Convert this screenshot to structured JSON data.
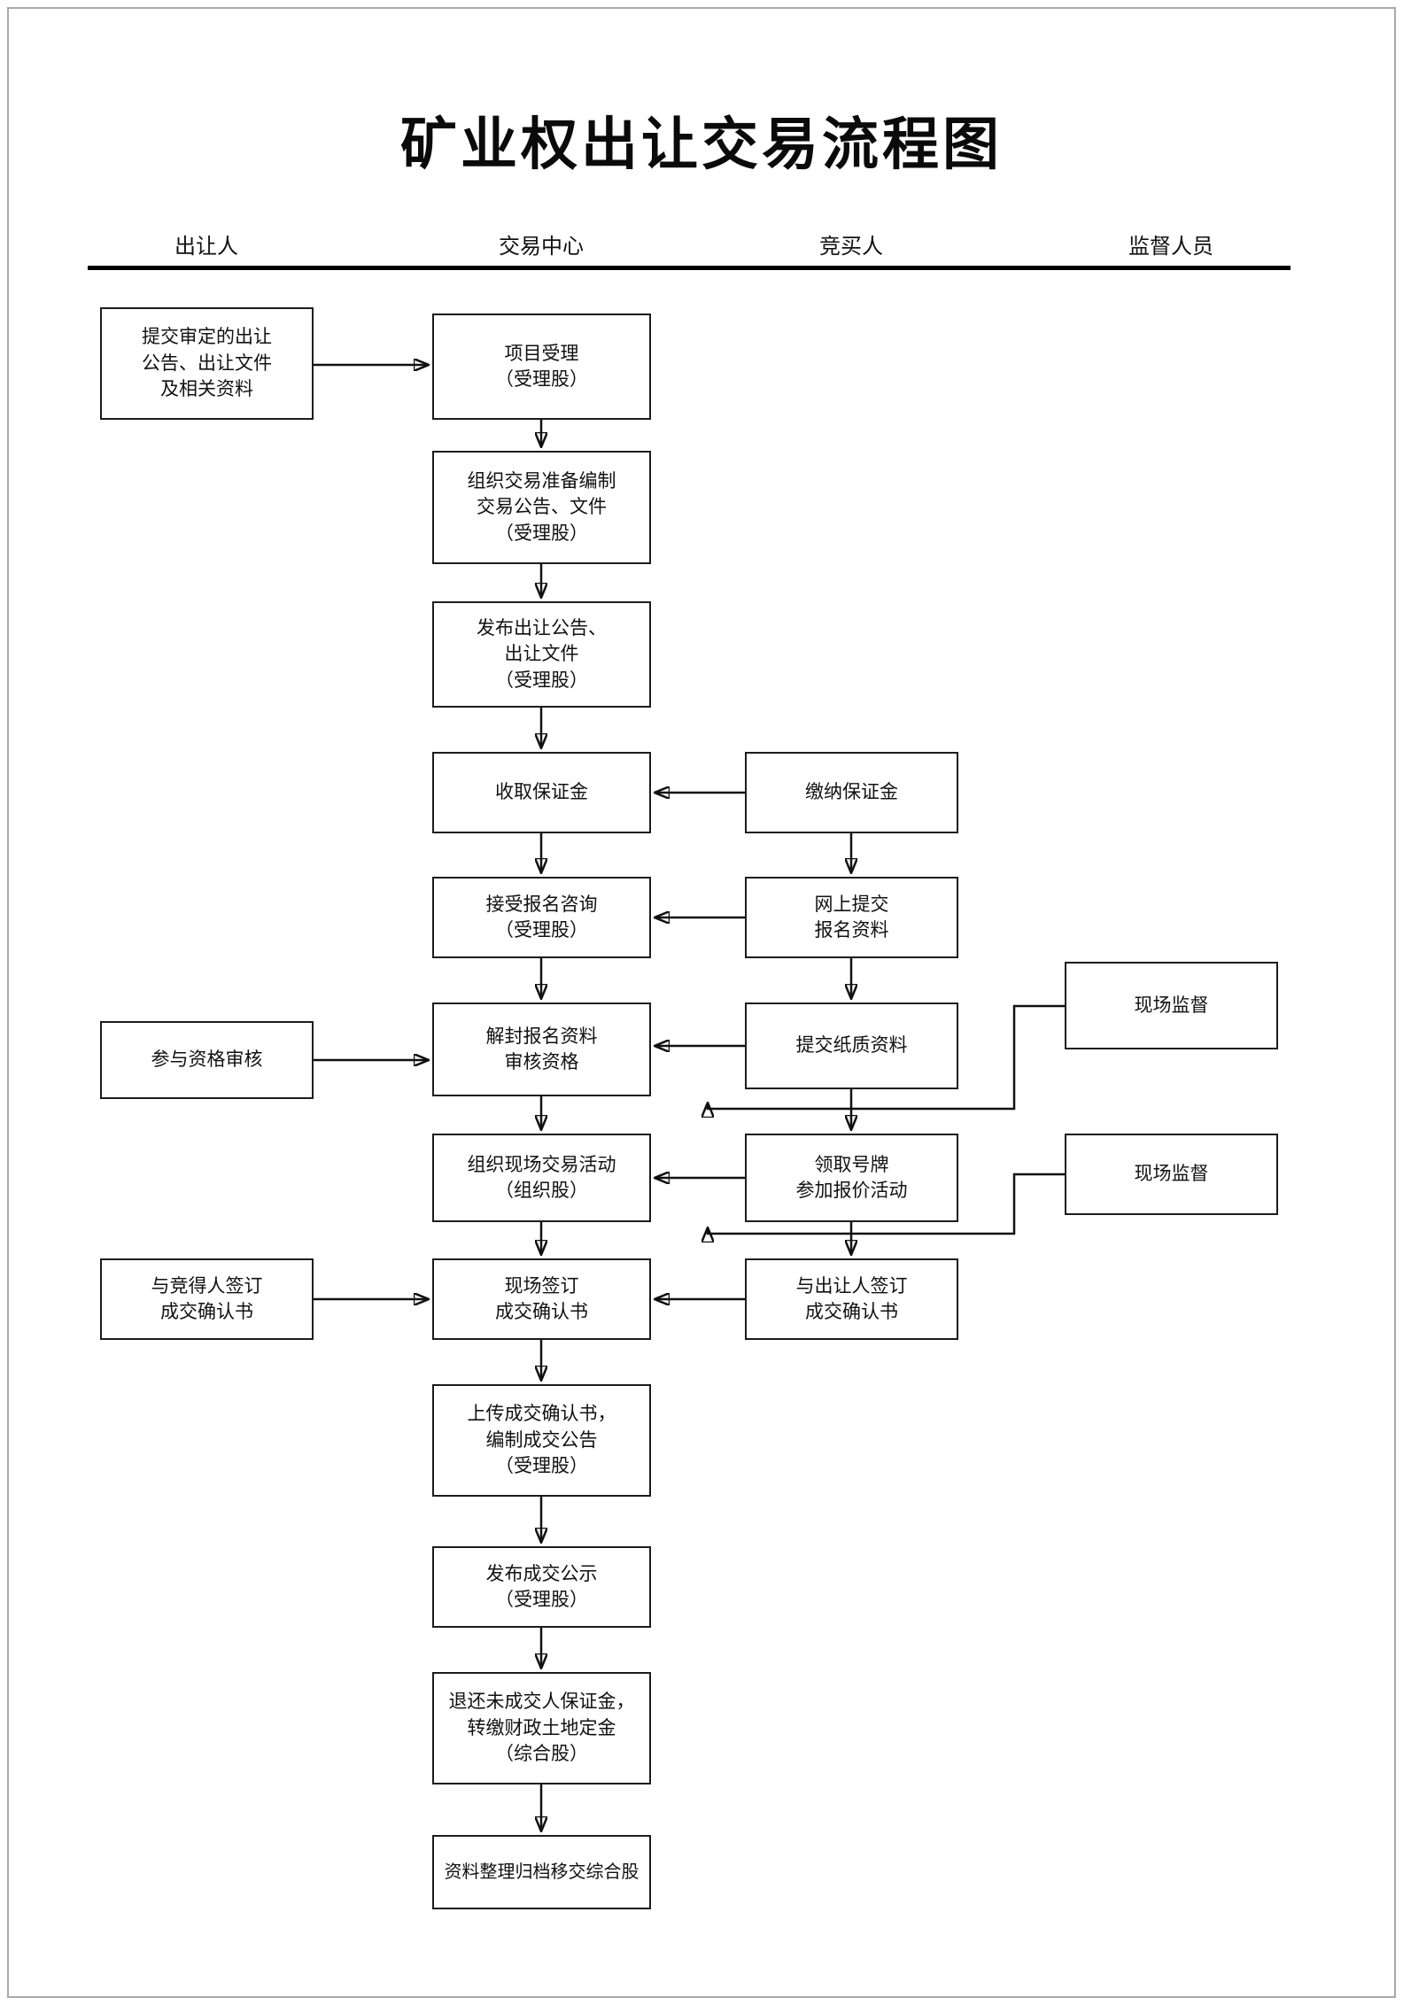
{
  "title": "矿业权出让交易流程图",
  "columns": [
    {
      "label": "出让人"
    },
    {
      "label": "交易中心"
    },
    {
      "label": "竞买人"
    },
    {
      "label": "监督人员"
    }
  ],
  "nodes": {
    "l1": {
      "text": "提交审定的出让\n公告、出让文件\n及相关资料"
    },
    "l2": {
      "text": "参与资格审核"
    },
    "l3": {
      "text": "与竞得人签订\n成交确认书"
    },
    "c1": {
      "text": "项目受理\n（受理股）"
    },
    "c2": {
      "text": "组织交易准备编制\n交易公告、文件\n（受理股）"
    },
    "c3": {
      "text": "发布出让公告、\n出让文件\n（受理股）"
    },
    "c4": {
      "text": "收取保证金"
    },
    "c5": {
      "text": "接受报名咨询\n（受理股）"
    },
    "c6": {
      "text": "解封报名资料\n审核资格"
    },
    "c7": {
      "text": "组织现场交易活动\n（组织股）"
    },
    "c8": {
      "text": "现场签订\n成交确认书"
    },
    "c9": {
      "text": "上传成交确认书，\n编制成交公告\n（受理股）"
    },
    "c10": {
      "text": "发布成交公示\n（受理股）"
    },
    "c11": {
      "text": "退还未成交人保证金，\n转缴财政土地定金\n（综合股）"
    },
    "c12": {
      "text": "资料整理归档移交综合股"
    },
    "b1": {
      "text": "缴纳保证金"
    },
    "b2": {
      "text": "网上提交\n报名资料"
    },
    "b3": {
      "text": "提交纸质资料"
    },
    "b4": {
      "text": "领取号牌\n参加报价活动"
    },
    "b5": {
      "text": "与出让人签订\n成交确认书"
    },
    "m1": {
      "text": "现场监督"
    },
    "m2": {
      "text": "现场监督"
    }
  }
}
